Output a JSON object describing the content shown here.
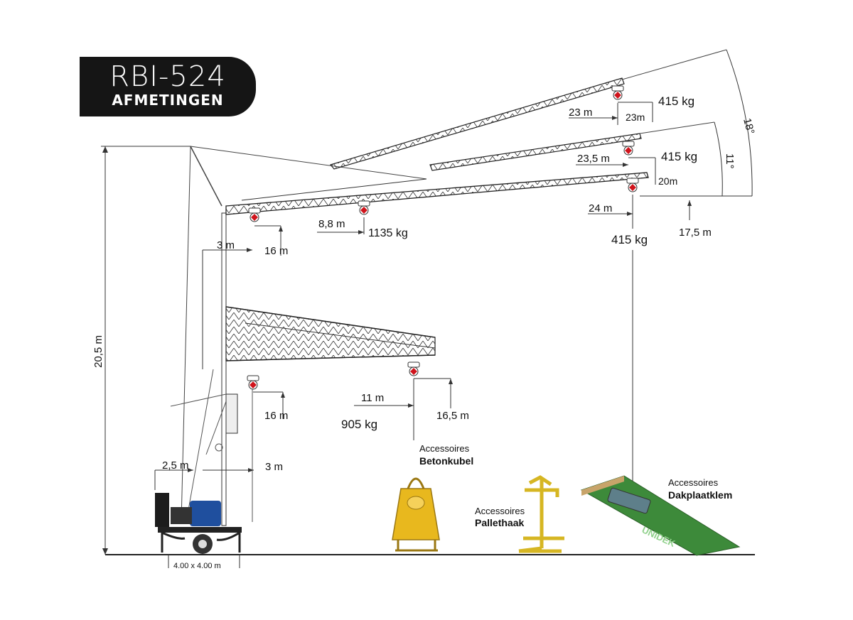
{
  "header": {
    "model": "RBI-524",
    "subtitle": "AFMETINGEN"
  },
  "dimensions": {
    "tower_height": "20,5 m",
    "base": "4.00 x 4.00 m",
    "offset_left": "2,5 m",
    "tower_offset_lower": "3 m",
    "tower_offset_upper": "3 m",
    "lower_hook_height": "16 m",
    "lower_tip_height": "16,5 m",
    "lower_tip_reach": "11 m",
    "lower_tip_load": "905 kg",
    "upper_hook_height": "16 m",
    "mid_reach": "8,8 m",
    "mid_load": "1135 kg",
    "tip_reach_flat": "24 m",
    "tip_height_flat": "17,5 m",
    "tip_load_flat": "415 kg",
    "tip_reach_11": "23,5 m",
    "tip_height_11": "20m",
    "tip_load_11": "415 kg",
    "tip_reach_18": "23 m",
    "tip_height_18": "23m",
    "tip_load_18": "415 kg",
    "angle_18": "18°",
    "angle_11": "11°"
  },
  "accessories": [
    {
      "label": "Accessoires",
      "name": "Betonkubel"
    },
    {
      "label": "Accessoires",
      "name": "Pallethaak"
    },
    {
      "label": "Accessoires",
      "name": "Dakplaatklem"
    }
  ],
  "brand_mark": "UNIDEK",
  "colors": {
    "badge": "#151515",
    "hook_red": "#d0141c",
    "accessory_yellow": "#e8b81e",
    "crane_blue": "#1f4f9e",
    "roof_green": "#3d8a3a"
  }
}
